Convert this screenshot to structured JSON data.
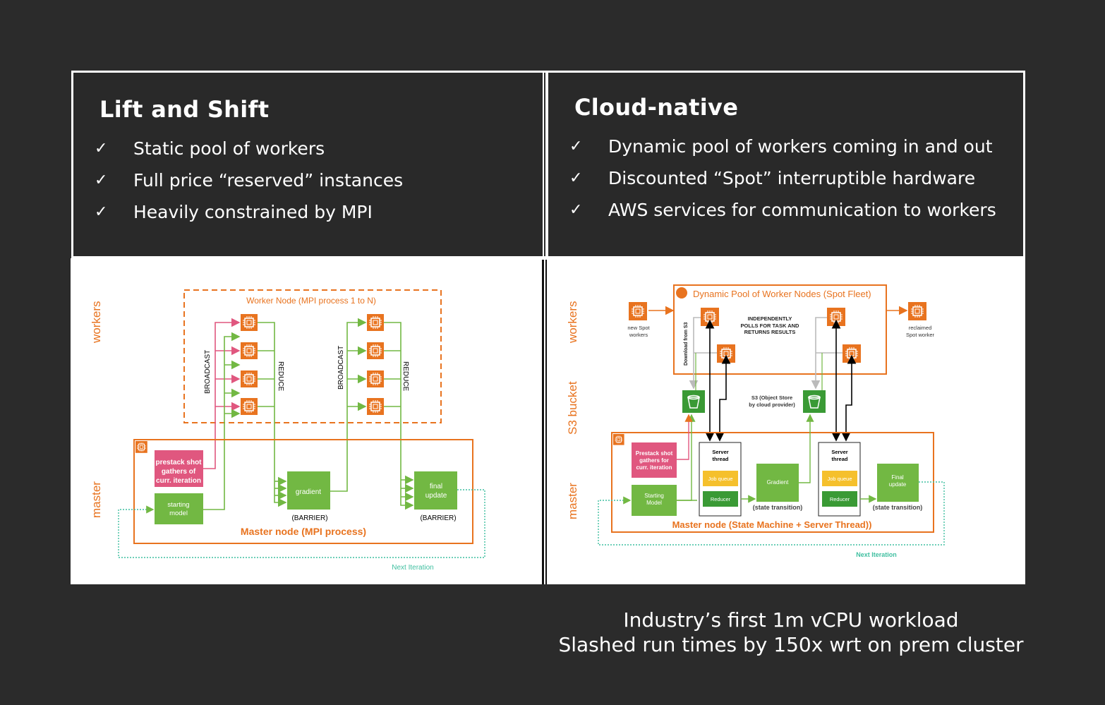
{
  "left": {
    "title": "Lift and Shift",
    "bullets": [
      "Static pool of workers",
      "Full price “reserved” instances",
      "Heavily constrained by MPI"
    ],
    "diagram": {
      "workers_label": "workers",
      "master_label": "master",
      "worker_node_title": "Worker Node (MPI process 1 to N)",
      "broadcast": "BROADCAST",
      "reduce": "REDUCE",
      "prestack": [
        "prestack shot",
        "gathers of",
        "curr. iteration"
      ],
      "starting_model": [
        "starting",
        "model"
      ],
      "gradient": "gradient",
      "final_update": [
        "final",
        "update"
      ],
      "barrier": "(BARRIER)",
      "master_node_title": "Master node (MPI process)",
      "next_iteration": "Next Iteration"
    }
  },
  "right": {
    "title": "Cloud-native",
    "bullets": [
      "Dynamic pool of workers coming in and out",
      "Discounted “Spot” interruptible hardware",
      "AWS services for communication to workers"
    ],
    "diagram": {
      "workers_label": "workers",
      "s3_label": "S3 bucket",
      "master_label": "master",
      "pool_title": "Dynamic Pool of Worker Nodes (Spot Fleet)",
      "new_spot": [
        "new Spot",
        "workers"
      ],
      "reclaimed": [
        "reclaimed",
        "Spot worker"
      ],
      "polls": [
        "INDEPENDENTLY",
        "POLLS FOR TASK AND",
        "RETURNS RESULTS"
      ],
      "download": "Download from S3",
      "s3_note": [
        "S3 (Object Store",
        "by cloud provider)"
      ],
      "prestack": [
        "Prestack shot",
        "gathers for",
        "curr. iteration"
      ],
      "starting_model": [
        "Starting",
        "Model"
      ],
      "server_thread": [
        "Server",
        "thread"
      ],
      "job_queue": "Job queue",
      "reducer": "Reducer",
      "gradient": "Gradient",
      "final_update": [
        "Final",
        "update"
      ],
      "state_transition": "(state transition)",
      "master_node_title": "Master node (State Machine + Server Thread))",
      "next_iteration": "Next Iteration"
    }
  },
  "footer": [
    "Industry’s first 1m vCPU workload",
    "Slashed run times by 150x wrt on prem cluster"
  ],
  "colors": {
    "orange": "#e8731f",
    "green": "#72b843",
    "pink": "#e0577f",
    "yellow": "#f5c02c",
    "teal": "#3fbfa0",
    "dark_green": "#3a9a35"
  }
}
